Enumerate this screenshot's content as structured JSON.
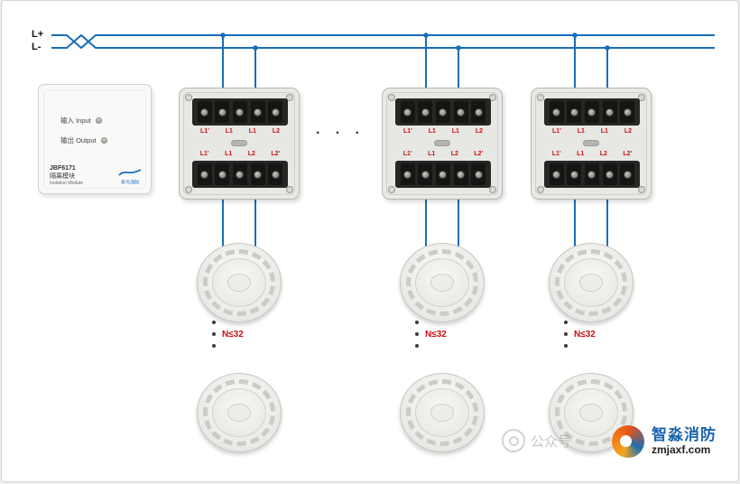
{
  "bus": {
    "positive_label": "L+",
    "negative_label": "L-",
    "wire_color": "#1a6db8"
  },
  "isolation_module": {
    "model": "JBF6171",
    "name_cn": "隔离模块",
    "name_en": "Isolation Module",
    "input_label": "输入 Input",
    "output_label": "输出 Output",
    "brand": "青鸟消防"
  },
  "junction_box": {
    "label_color": "#cc1111",
    "top_labels": [
      "L1'",
      "L1",
      "L1",
      "L2"
    ],
    "bottom_labels": [
      "L1'",
      "L1",
      "L2",
      "L2'"
    ]
  },
  "annotations": {
    "series_ellipsis": "· · ·",
    "branch_limit": "N≤32"
  },
  "watermarks": {
    "center_text": "公众号",
    "brand_name": "智淼消防",
    "brand_url": "zmjaxf.com"
  }
}
